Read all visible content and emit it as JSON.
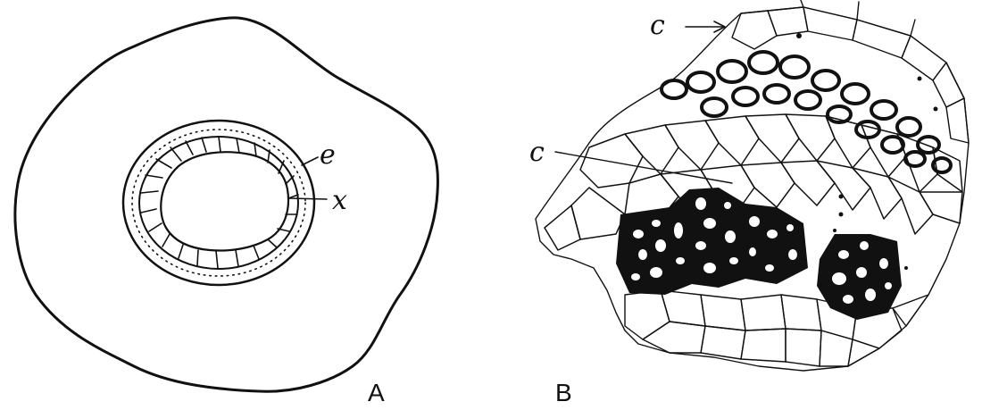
{
  "panels": [
    {
      "id": "A",
      "label": "A",
      "annotations": [
        "e",
        "x"
      ]
    },
    {
      "id": "B",
      "label": "B",
      "annotations": [
        "c",
        "c"
      ]
    }
  ],
  "colors": {
    "ink": "#111111",
    "paper": "#ffffff"
  }
}
